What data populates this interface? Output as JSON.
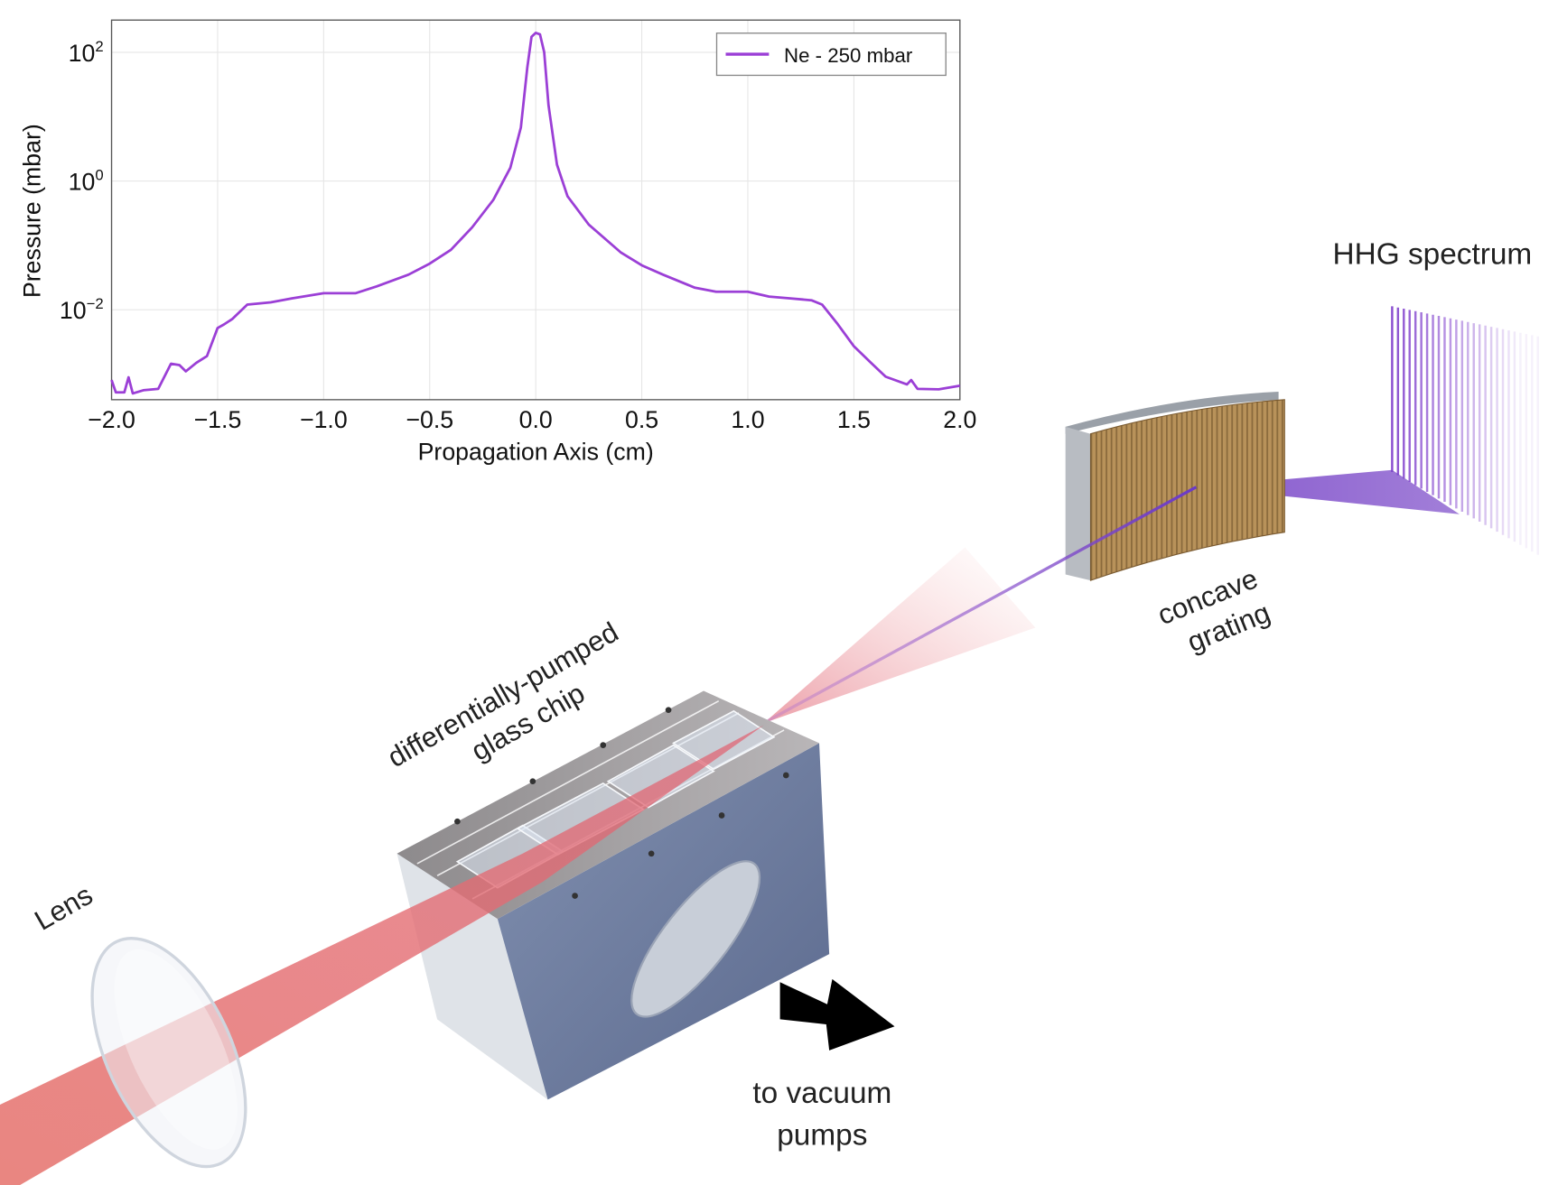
{
  "chart_data": {
    "type": "line",
    "title": "",
    "xlabel": "Propagation Axis (cm)",
    "ylabel": "Pressure (mbar)",
    "yscale": "log",
    "xlim": [
      -2.0,
      2.0
    ],
    "ylim": [
      0.0004,
      316
    ],
    "grid": true,
    "legend_position": "top-right",
    "xticks": [
      "−2.0",
      "−1.5",
      "−1.0",
      "−0.5",
      "0.0",
      "0.5",
      "1.0",
      "1.5",
      "2.0"
    ],
    "xtick_values": [
      -2.0,
      -1.5,
      -1.0,
      -0.5,
      0.0,
      0.5,
      1.0,
      1.5,
      2.0
    ],
    "yticks": [
      {
        "base": "10",
        "exp": "2",
        "value": 100
      },
      {
        "base": "10",
        "exp": "0",
        "value": 1
      },
      {
        "base": "10",
        "exp": "−2",
        "value": 0.01
      }
    ],
    "series": [
      {
        "name": "Ne - 250 mbar",
        "color": "#9b3fd6",
        "x": [
          -2.0,
          -1.98,
          -1.94,
          -1.92,
          -1.9,
          -1.85,
          -1.78,
          -1.72,
          -1.68,
          -1.65,
          -1.6,
          -1.55,
          -1.5,
          -1.47,
          -1.43,
          -1.36,
          -1.25,
          -1.15,
          -1.0,
          -0.85,
          -0.75,
          -0.6,
          -0.5,
          -0.4,
          -0.3,
          -0.2,
          -0.12,
          -0.07,
          -0.04,
          -0.02,
          0.0,
          0.02,
          0.04,
          0.06,
          0.1,
          0.15,
          0.25,
          0.4,
          0.5,
          0.6,
          0.75,
          0.85,
          1.0,
          1.1,
          1.2,
          1.3,
          1.35,
          1.42,
          1.5,
          1.58,
          1.65,
          1.75,
          1.77,
          1.8,
          1.9,
          2.0
        ],
        "y": [
          0.00081,
          0.00052,
          0.00052,
          0.00089,
          0.0005,
          0.00056,
          0.00059,
          0.00145,
          0.00138,
          0.0011,
          0.0015,
          0.0019,
          0.0052,
          0.0059,
          0.0072,
          0.012,
          0.013,
          0.015,
          0.018,
          0.018,
          0.023,
          0.035,
          0.052,
          0.085,
          0.19,
          0.51,
          1.6,
          6.8,
          58,
          174,
          200,
          190,
          100,
          15,
          1.8,
          0.58,
          0.21,
          0.078,
          0.049,
          0.035,
          0.022,
          0.019,
          0.019,
          0.016,
          0.015,
          0.014,
          0.012,
          0.0062,
          0.0027,
          0.0015,
          0.00091,
          0.00069,
          0.00081,
          0.00059,
          0.00058,
          0.00066
        ]
      }
    ]
  },
  "labels": {
    "hhg_spectrum": "HHG spectrum",
    "concave": "concave",
    "grating": "grating",
    "chip_line1": "differentially-pumped",
    "chip_line2": "glass chip",
    "lens": "Lens",
    "vacuum_line1": "to vacuum",
    "vacuum_line2": "pumps"
  },
  "colors": {
    "beam": "#e8807a",
    "xuv": "#8a4fd0",
    "grating": "#b38b55",
    "chip_front": "#6f7c9e"
  }
}
